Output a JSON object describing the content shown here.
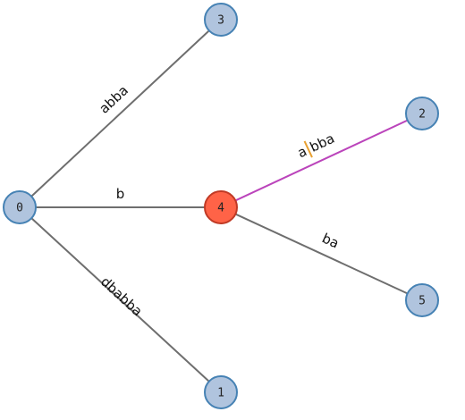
{
  "colors": {
    "background": "#ffffff",
    "edge": "#6e6e6e",
    "highlight_edge": "#bb44bb",
    "node_fill": "#b0c4de",
    "node_stroke": "#4682b4",
    "active_node_fill": "#ff6347",
    "active_node_stroke": "#c03a25",
    "split_marker": "#e8a030"
  },
  "nodes": [
    {
      "id": "0",
      "label": "0",
      "active": false
    },
    {
      "id": "1",
      "label": "1",
      "active": false
    },
    {
      "id": "2",
      "label": "2",
      "active": false
    },
    {
      "id": "3",
      "label": "3",
      "active": false
    },
    {
      "id": "4",
      "label": "4",
      "active": true
    },
    {
      "id": "5",
      "label": "5",
      "active": false
    }
  ],
  "edges": [
    {
      "id": "e-0-3",
      "from": "0",
      "to": "3",
      "label": "abba",
      "highlight": false
    },
    {
      "id": "e-0-4",
      "from": "0",
      "to": "4",
      "label": "b",
      "highlight": false
    },
    {
      "id": "e-0-1",
      "from": "0",
      "to": "1",
      "label": "dbabba",
      "highlight": false
    },
    {
      "id": "e-4-2",
      "from": "4",
      "to": "2",
      "label": "abba",
      "label_prefix": "a",
      "label_suffix": "bba",
      "highlight": true
    },
    {
      "id": "e-4-5",
      "from": "4",
      "to": "5",
      "label": "ba",
      "highlight": false
    }
  ]
}
